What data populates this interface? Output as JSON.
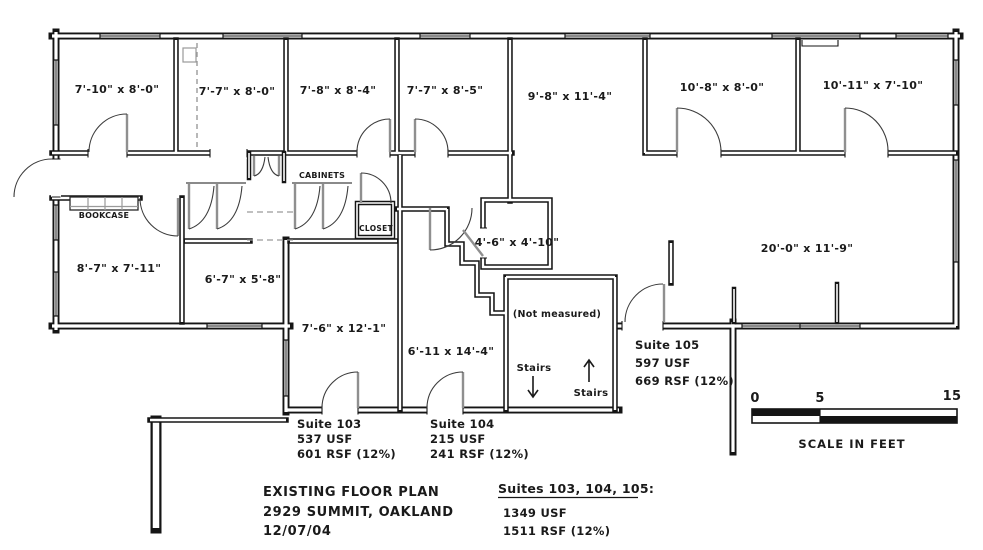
{
  "title_block": {
    "line1": "EXISTING FLOOR PLAN",
    "line2": "2929 SUMMIT, OAKLAND",
    "line3": "12/07/04"
  },
  "totals": {
    "heading": "Suites 103, 104, 105:",
    "usf": "1349 USF",
    "rsf": "1511 RSF  (12%)"
  },
  "rooms": [
    {
      "label": "7'-10\" x 8'-0\""
    },
    {
      "label": "7'-7\" x 8'-0\""
    },
    {
      "label": "7'-8\" x 8'-4\""
    },
    {
      "label": "7'-7\" x 8'-5\""
    },
    {
      "label": "9'-8\"  x 11'-4\""
    },
    {
      "label": "10'-8\" x 8'-0\""
    },
    {
      "label": "10'-11\" x 7'-10\""
    },
    {
      "label": "8'-7\" x 7'-11\""
    },
    {
      "label": "6'-7\" x 5'-8\""
    },
    {
      "label": "7'-6\" x 12'-1\""
    },
    {
      "label": "6'-11 x 14'-4\""
    },
    {
      "label": "4'-6\" x 4'-10\""
    },
    {
      "label": "20'-0\" x 11'-9\""
    }
  ],
  "annotations": {
    "bookcase": "BOOKCASE",
    "cabinets": "CABINETS",
    "closet": "CLOSET",
    "not_measured": "(Not measured)",
    "stairs_down": "Stairs",
    "stairs_up": "Stairs"
  },
  "suites": [
    {
      "name": "Suite 103",
      "usf": "537 USF",
      "rsf": "601 RSF  (12%)"
    },
    {
      "name": "Suite 104",
      "usf": "215 USF",
      "rsf": "241 RSF  (12%)"
    },
    {
      "name": "Suite 105",
      "usf": "597 USF",
      "rsf": "669 RSF  (12%)"
    }
  ],
  "scale_bar": {
    "tick0": "0",
    "tick5": "5",
    "tick15": "15",
    "caption": "SCALE IN FEET"
  },
  "colors": {
    "wall": "#151515",
    "door_gray": "#8f8f8f",
    "background": "#ffffff"
  }
}
